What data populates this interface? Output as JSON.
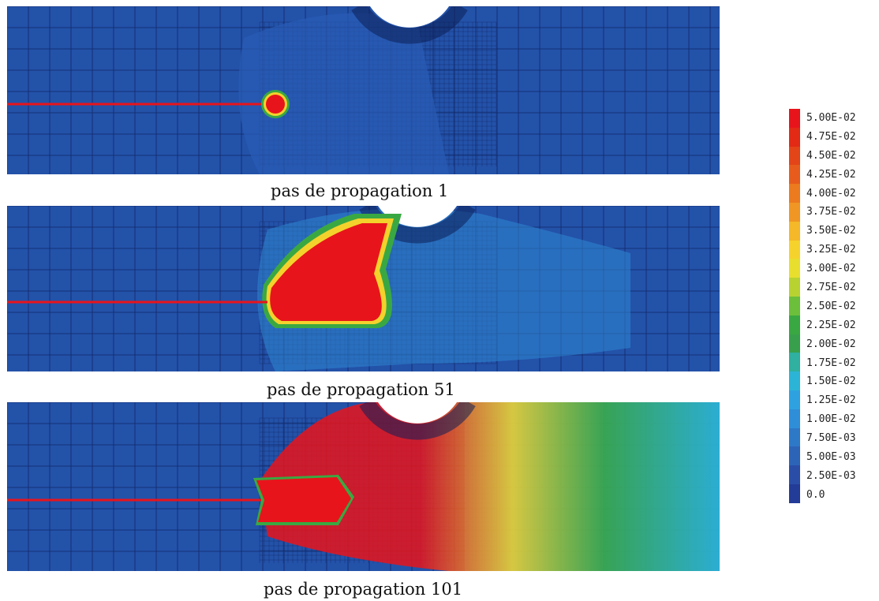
{
  "panels": [
    {
      "id": "step-1",
      "caption": "pas de propagation 1"
    },
    {
      "id": "step-51",
      "caption": "pas de propagation 51"
    },
    {
      "id": "step-101",
      "caption": "pas de propagation 101"
    }
  ],
  "legend": {
    "labels": [
      "5.00E-02",
      "4.75E-02",
      "4.50E-02",
      "4.25E-02",
      "4.00E-02",
      "3.75E-02",
      "3.50E-02",
      "3.25E-02",
      "3.00E-02",
      "2.75E-02",
      "2.50E-02",
      "2.25E-02",
      "2.00E-02",
      "1.75E-02",
      "1.50E-02",
      "1.25E-02",
      "1.00E-02",
      "7.50E-03",
      "5.00E-03",
      "2.50E-03",
      "0.0"
    ],
    "colors": [
      "#e8141b",
      "#e22a14",
      "#e34418",
      "#e75c1c",
      "#ec7a1e",
      "#f09624",
      "#f4b828",
      "#f6d22c",
      "#e8de2e",
      "#b8d232",
      "#6cbf3a",
      "#3aa842",
      "#38a04c",
      "#2fb0a0",
      "#2cb4d6",
      "#2ea2e0",
      "#2f8ed8",
      "#2e78c8",
      "#2c64b8",
      "#2a4ea8",
      "#233c98"
    ]
  },
  "colors": {
    "background": "#2151a8",
    "mesh": "#0d1f58",
    "crack": "#e8141b"
  }
}
